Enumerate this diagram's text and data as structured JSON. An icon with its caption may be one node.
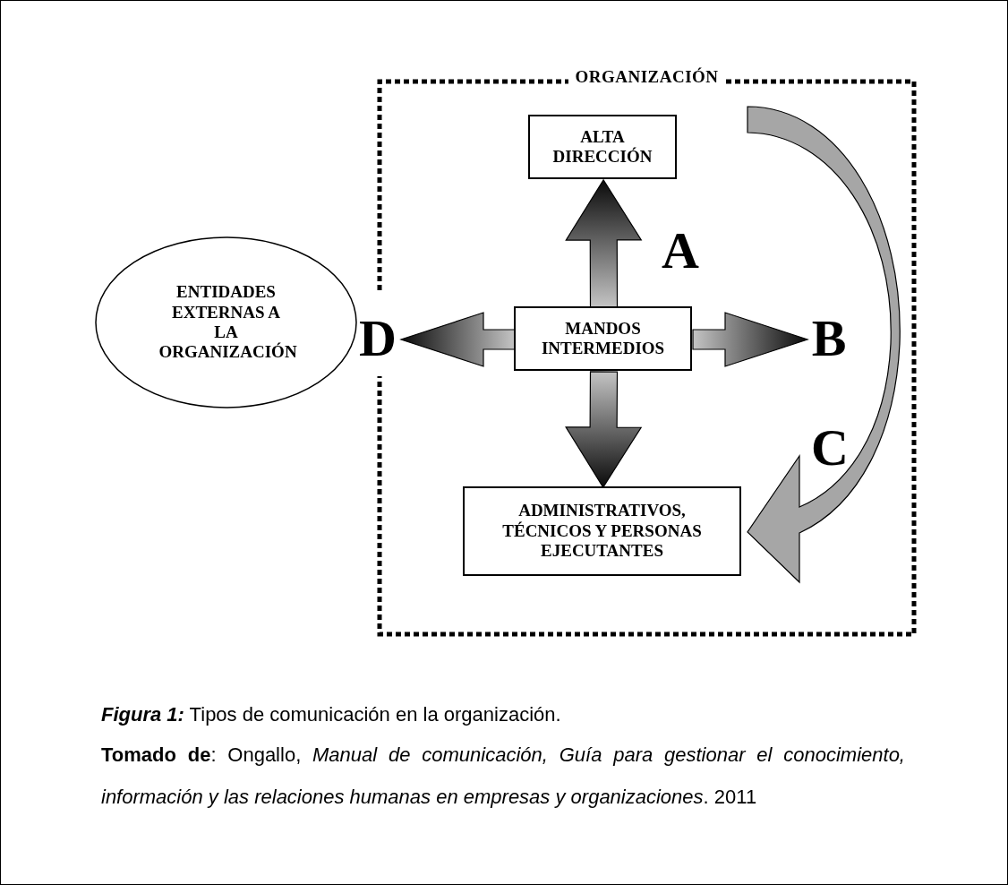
{
  "diagram": {
    "caption": "**Figura 1:** Tipos de comunicación en la organización.",
    "nodes": [
      {
        "text": [
          "ORGANIZACIÓN"
        ]
      },
      {
        "text": [
          "ALTA DIRECCIÓN"
        ],
        "in": 0
      },
      {
        "text": [
          "MANDOS INTERMEDIOS"
        ],
        "in": 0
      },
      {
        "text": [
          "ADMINISTRATIVOS, TÉCNICOS Y PERSONAS EJECUTANTES"
        ],
        "in": 0
      },
      {
        "text": [
          "ENTIDADES EXTERNAS A LA ORGANIZACIÓN"
        ]
      },
      {
        "text": [
          "B"
        ],
        "in": 0
      },
      {
        "text": [
          "D"
        ]
      }
    ],
    "edges": [
      {
        "from": 2,
        "to": 1,
        "arrow": "to",
        "label": "A"
      },
      {
        "from": 2,
        "to": 5,
        "arrow": "to"
      },
      {
        "from": 2,
        "to": 3,
        "arrow": "to"
      },
      {
        "from": 2,
        "to": 6,
        "arrow": "to"
      },
      {
        "from": null,
        "to": 3,
        "arrow": "to",
        "label": "C",
        "color": "#a6a6a6"
      }
    ],
    "labels": [
      "**Tomado de**: Ongallo, *Manual de comunicación, Guía para gestionar el conocimiento, información y las relaciones humanas en empresas y organizaciones*. 2011"
    ]
  }
}
